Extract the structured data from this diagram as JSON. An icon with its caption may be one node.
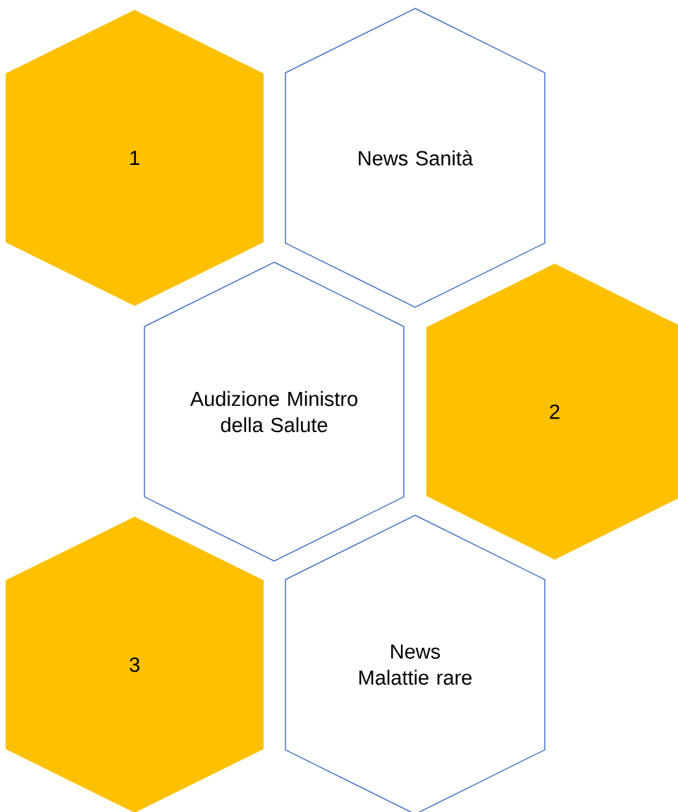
{
  "diagram": {
    "nodes": [
      {
        "text": [
          "1"
        ]
      },
      {
        "text": [
          "News Sanità"
        ]
      },
      {
        "text": [
          "Audizione Ministro della Salute"
        ]
      },
      {
        "text": [
          "2"
        ]
      },
      {
        "text": [
          "3"
        ]
      },
      {
        "text": [
          "News Malattie rare"
        ]
      }
    ]
  }
}
